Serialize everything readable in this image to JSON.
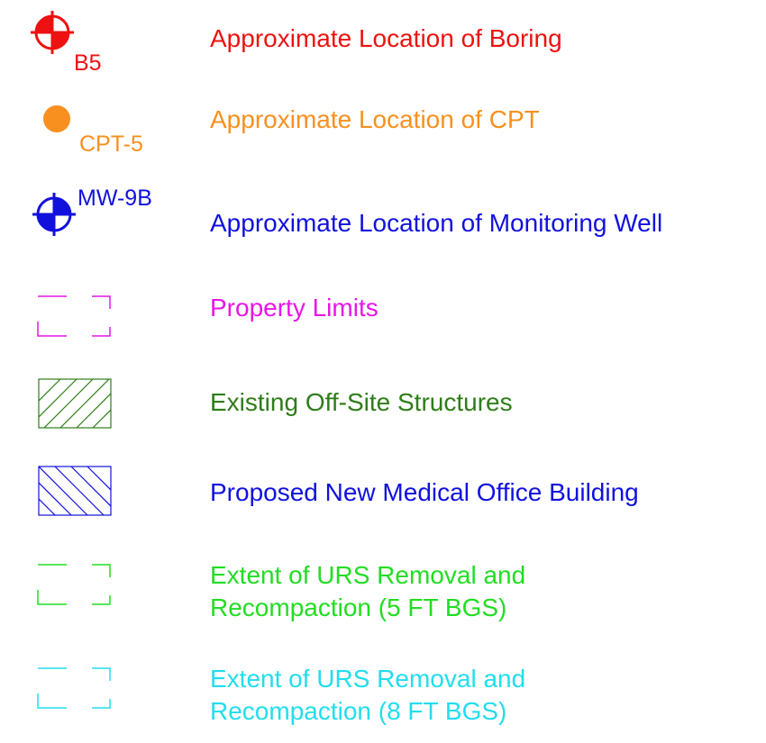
{
  "legend": {
    "boring": {
      "tag": "B5",
      "label": "Approximate Location of Boring",
      "color": "#ee1111",
      "icon": "boring-symbol-icon"
    },
    "cpt": {
      "tag": "CPT-5",
      "label": "Approximate Location of CPT",
      "color": "#f7901e",
      "icon": "cpt-dot-icon"
    },
    "well": {
      "tag": "MW-9B",
      "label": "Approximate Location of Monitoring Well",
      "color": "#1111dd",
      "icon": "monitoring-well-symbol-icon"
    },
    "property": {
      "label": "Property Limits",
      "color": "#e815e8",
      "icon": "dashed-corner-box-icon"
    },
    "offsite": {
      "label": "Existing Off-Site Structures",
      "color": "#2e7d18",
      "icon": "hatch-box-icon"
    },
    "building": {
      "label": "Proposed New Medical Office Building",
      "color": "#1111dd",
      "icon": "hatch-box-icon"
    },
    "urs5": {
      "line1": "Extent of URS Removal and",
      "line2": "Recompaction (5 FT BGS)",
      "color": "#22dd22",
      "icon": "dashed-corner-box-icon"
    },
    "urs8": {
      "line1": "Extent of URS Removal and",
      "line2": "Recompaction (8 FT BGS)",
      "color": "#22ddee",
      "icon": "dashed-corner-box-icon"
    }
  }
}
